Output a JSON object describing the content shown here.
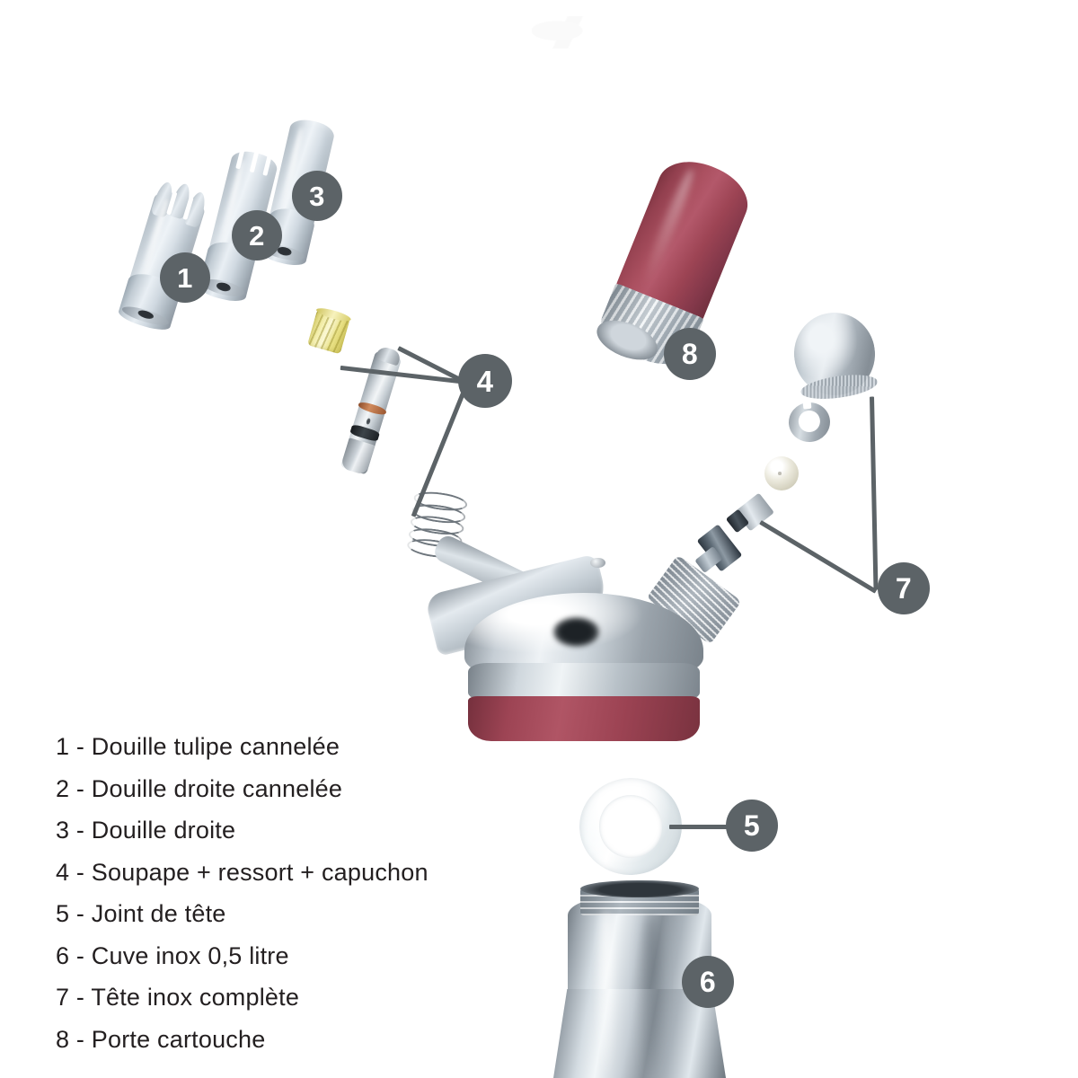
{
  "diagram": {
    "title_watermark": "",
    "language": "fr",
    "accent_red": "#9d4454",
    "badge_color": "#5c6367",
    "badge_text_color": "#ffffff",
    "leader_color": "#5c6367",
    "legend_text_color": "#231f20",
    "background": "#ffffff"
  },
  "callouts": [
    {
      "id": "1",
      "label": "1"
    },
    {
      "id": "2",
      "label": "2"
    },
    {
      "id": "3",
      "label": "3"
    },
    {
      "id": "4",
      "label": "4"
    },
    {
      "id": "5",
      "label": "5"
    },
    {
      "id": "6",
      "label": "6"
    },
    {
      "id": "7",
      "label": "7"
    },
    {
      "id": "8",
      "label": "8"
    }
  ],
  "legend": {
    "items": [
      {
        "number": "1",
        "text": "1 - Douille tulipe cannelée"
      },
      {
        "number": "2",
        "text": "2 - Douille droite cannelée"
      },
      {
        "number": "3",
        "text": "3 - Douille droite"
      },
      {
        "number": "4",
        "text": "4 - Soupape + ressort + capuchon"
      },
      {
        "number": "5",
        "text": "5 - Joint de tête"
      },
      {
        "number": "6",
        "text": "6 - Cuve inox 0,5 litre"
      },
      {
        "number": "7",
        "text": "7 - Tête inox complète"
      },
      {
        "number": "8",
        "text": "8 - Porte cartouche"
      }
    ]
  },
  "parts": {
    "nozzle_tulip": "douille-tulipe-cannelee",
    "nozzle_straight_fluted": "douille-droite-cannelee",
    "nozzle_straight": "douille-droite",
    "valve": "soupape",
    "spring": "ressort",
    "yellow_cap": "capuchon",
    "head_gasket": "joint-de-tete",
    "bottle": "cuve-inox",
    "head": "tete-inox",
    "cartridge_holder": "porte-cartouche"
  }
}
